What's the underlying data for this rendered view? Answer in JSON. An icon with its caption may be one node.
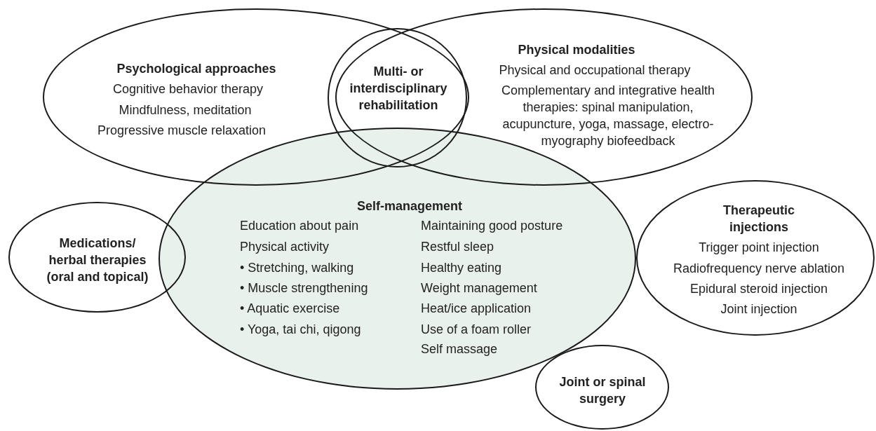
{
  "diagram": {
    "nodes": [
      {
        "text": [
          "Psychological approaches",
          "Cognitive behavior therapy",
          "Mindfulness, meditation",
          "Progressive muscle relaxation"
        ]
      },
      {
        "text": [
          "Multi- or interdisciplinary rehabilitation"
        ]
      },
      {
        "text": [
          "Physical modalities",
          "Physical and occupational therapy",
          "Complementary and integrative health therapies: spinal manipulation, acupuncture, yoga, massage, electro-myography biofeedback"
        ]
      },
      {
        "text": [
          "Self-management",
          "Education about pain",
          "Physical activity",
          "• Stretching, walking",
          "• Muscle strengthening",
          "• Aquatic exercise",
          "• Yoga, tai chi, qigong",
          "Maintaining good posture",
          "Restful sleep",
          "Healthy eating",
          "Weight management",
          "Heat/ice application",
          "Use of a foam roller",
          "Self massage"
        ]
      },
      {
        "text": [
          "Medications/ herbal therapies (oral and topical)"
        ]
      },
      {
        "text": [
          "Therapeutic injections",
          "Trigger point injection",
          "Radiofrequency nerve ablation",
          "Epidural steroid injection",
          "Joint injection"
        ]
      },
      {
        "text": [
          "Joint or spinal surgery"
        ]
      }
    ]
  }
}
